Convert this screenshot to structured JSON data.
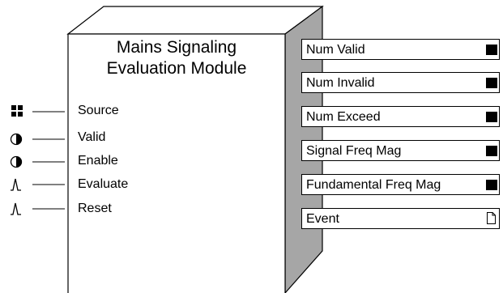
{
  "module": {
    "title_line1": "Mains Signaling",
    "title_line2": "Evaluation Module"
  },
  "inputs": [
    {
      "label": "Source",
      "icon": "grid-icon"
    },
    {
      "label": "Valid",
      "icon": "half-circle-icon"
    },
    {
      "label": "Enable",
      "icon": "half-circle-icon"
    },
    {
      "label": "Evaluate",
      "icon": "pulse-icon"
    },
    {
      "label": "Reset",
      "icon": "pulse-icon"
    }
  ],
  "outputs": [
    {
      "label": "Num Valid",
      "marker": "numeric-register"
    },
    {
      "label": "Num Invalid",
      "marker": "numeric-register"
    },
    {
      "label": "Num Exceed",
      "marker": "numeric-register"
    },
    {
      "label": "Signal Freq Mag",
      "marker": "numeric-register"
    },
    {
      "label": "Fundamental Freq Mag",
      "marker": "numeric-register"
    },
    {
      "label": "Event",
      "marker": "event-log-document-icon"
    }
  ],
  "colors": {
    "front_face": "#ffffff",
    "side_face": "#a6a6a6",
    "line": "#000000"
  }
}
